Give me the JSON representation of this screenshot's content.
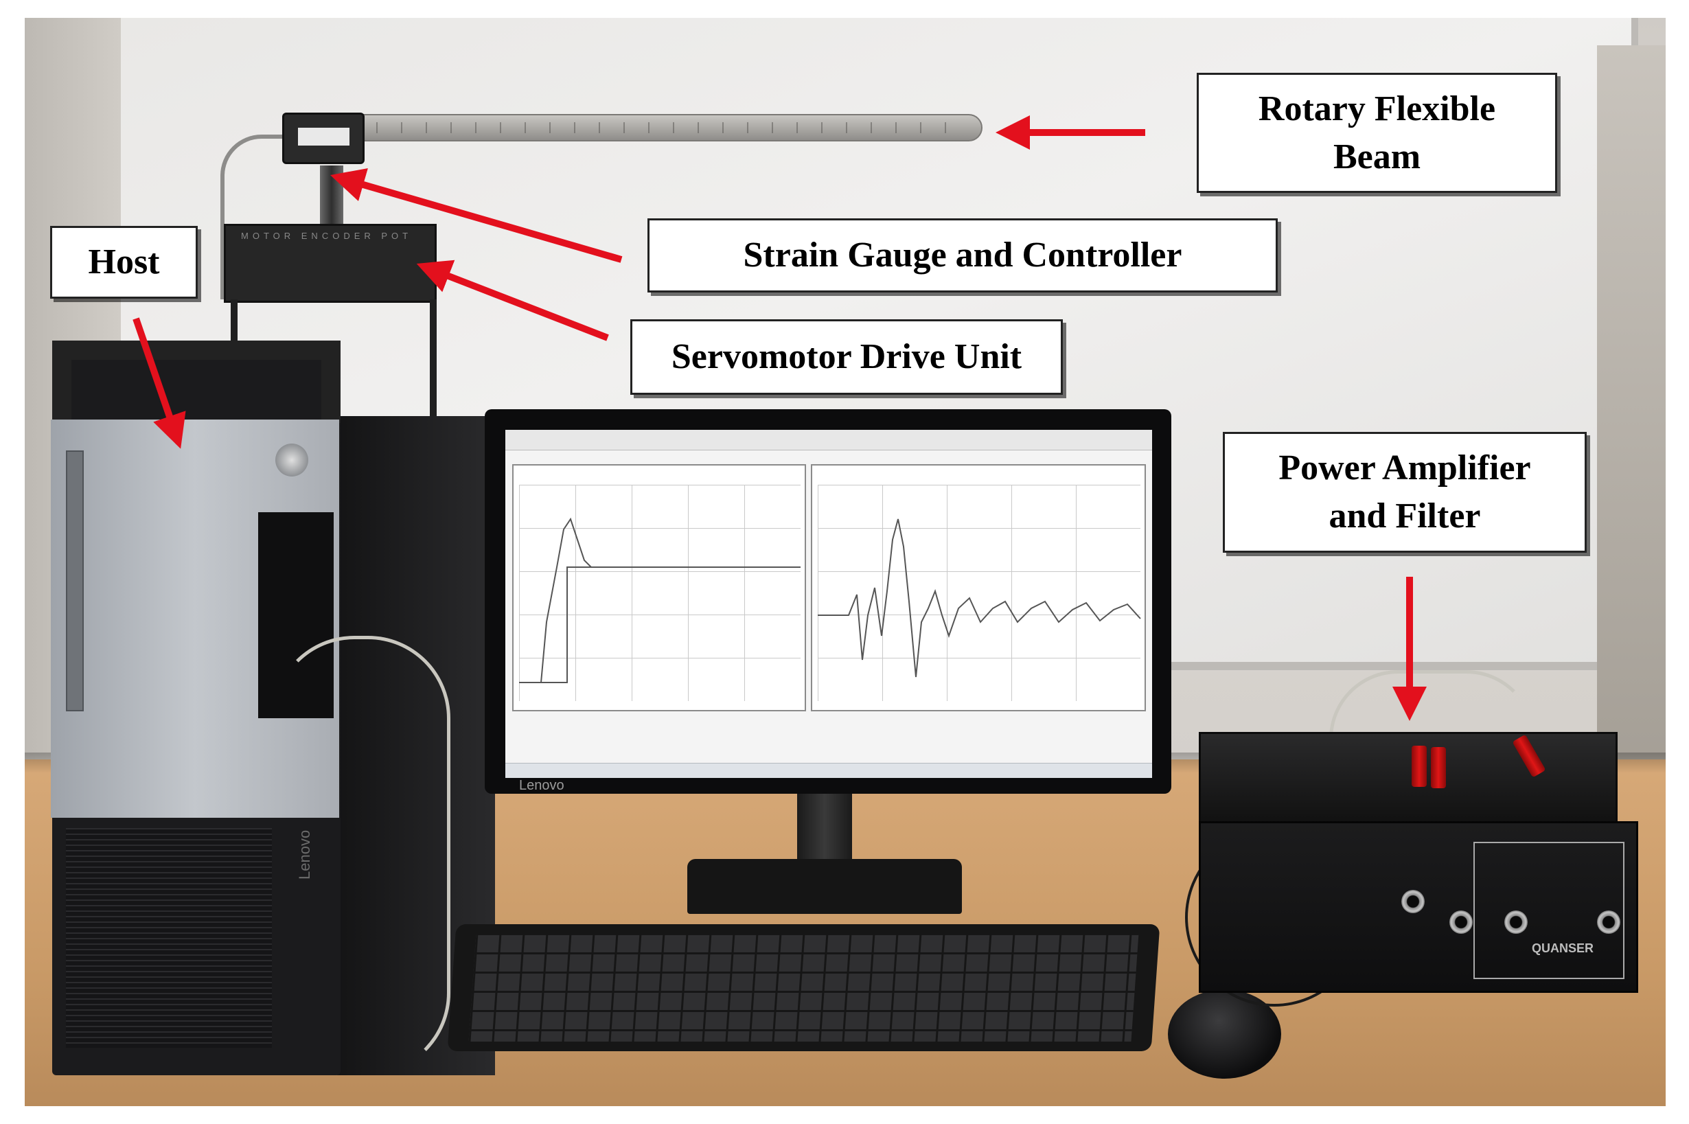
{
  "labels": {
    "beam": [
      "Rotary Flexible",
      "Beam"
    ],
    "strain_gauge": "Strain Gauge and Controller",
    "host": "Host",
    "servo": "Servomotor Drive Unit",
    "amplifier": [
      "Power Amplifier",
      "and Filter"
    ]
  },
  "colors": {
    "arrow": "#e3101d",
    "callout_border": "#222222",
    "callout_fill": "#ffffff"
  },
  "device_text": {
    "servo_panel": "MOTOR  ENCODER  POT",
    "tower_brand": "Lenovo",
    "monitor_brand": "Lenovo",
    "amp_brand": "QUANSER"
  }
}
